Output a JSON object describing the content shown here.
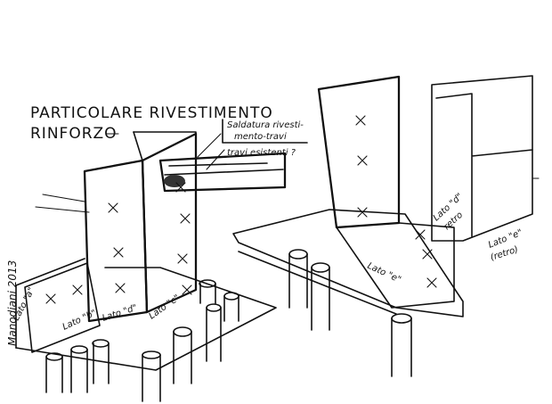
{
  "title": {
    "line1": "PARTICOLARE RIVESTIMENTO",
    "line2": "RINFORZO"
  },
  "annotations": {
    "note1": "Saldatura rivesti-",
    "note2": "mento-travi",
    "note3": "travi esistenti ?"
  },
  "labels": {
    "lato_a": "Lato \"a\"",
    "lato_b": "Lato \"b\"",
    "lato_c": "Lato \"c\"",
    "lato_d": "Lato \"d\"",
    "lato_e": "Lato \"e\"",
    "lato_d_retro_1": "Lato \"d\"",
    "lato_d_retro_2": "retro",
    "lato_e_retro_1": "Lato \"e\"",
    "lato_e_retro_2": "(retro)"
  },
  "signature": "Manodiani 2013"
}
